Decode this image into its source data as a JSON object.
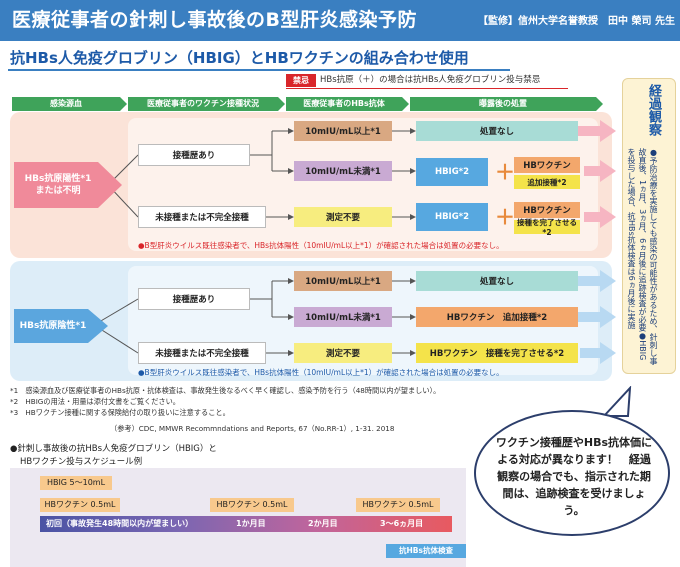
{
  "header": {
    "title": "医療従事者の針刺し事故後のB型肝炎感染予防",
    "supervisor": "【監修】信州大学名誉教授　田中 榮司 先生"
  },
  "subtitle": "抗HBs人免疫グロブリン（HBIG）とHBワクチンの組み合わせ使用",
  "contraindication": {
    "badge": "禁忌",
    "text": "HBs抗原（＋）の場合は抗HBs人免疫グロブリン投与禁忌"
  },
  "columns": [
    "感染源血",
    "医療従事者のワクチン接種状況",
    "医療従事者のHBs抗体",
    "曝露後の処置"
  ],
  "section_a": {
    "source": "HBs抗原陽性*1\nまたは不明",
    "vaccinated": "接種歴あり",
    "unvaccinated": "未接種または不完全接種",
    "ab_high": "10mIU/mL以上*1",
    "ab_low": "10mIU/mL未満*1",
    "ab_none": "測定不要",
    "no_action": "処置なし",
    "hbig_1": "HBIG*2",
    "hbig_2": "HBIG*2",
    "vaccine_1": "HBワクチン",
    "vaccine_1_tag": "追加接種*2",
    "vaccine_2": "HBワクチン",
    "vaccine_2_tag": "接種を完了させる*2",
    "plus": "＋",
    "note": "●B型肝炎ウイルス既往感染者で、HBs抗体陽性（10mIU/mL以上*1）が確認された場合は処置の必要なし。"
  },
  "section_b": {
    "source": "HBs抗原陰性*1",
    "vaccinated": "接種歴あり",
    "unvaccinated": "未接種または不完全接種",
    "ab_high": "10mIU/mL以上*1",
    "ab_low": "10mIU/mL未満*1",
    "ab_none": "測定不要",
    "no_action": "処置なし",
    "booster": "HBワクチン　追加接種*2",
    "complete": "HBワクチン　接種を完了させる*2",
    "note": "●B型肝炎ウイルス既往感染者で、HBs抗体陽性（10mIU/mL以上*1）が確認された場合は処置の必要なし。"
  },
  "observation": {
    "title": "経過観察",
    "text": "●予防治療を実施しても感染の可能性があるため、針刺し事故直後、1ヵ月、3ヵ月、6ヵ月後に追跡検査が必要●HBIGを投与した場合、抗HBs抗体検査は6ヵ月後に実施"
  },
  "footnotes": [
    "*1　感染源血及び医療従事者のHBs抗原・抗体検査は、事故発生後なるべく早く確認し、感染予防を行う（48時間以内が望ましい）。",
    "*2　HBIGの用法・用量は添付文書をご覧ください。",
    "*3　HBワクチン接種に関する保険給付の取り扱いに注意すること。"
  ],
  "reference": "（参考）CDC, MMWR Recommndations and Reports, 67（No.RR-1）, 1-31. 2018",
  "bubble": "ワクチン接種歴やHBs抗体価による対応が異なります！　経過観察の場合でも、指示された期間は、追跡検査を受けましょう。",
  "schedule": {
    "title_1": "●針刺し事故後の抗HBs人免疫グロブリン（HBIG）と",
    "title_2": "HBワクチン投与スケジュール例",
    "hbig": "HBIG 5～10mL",
    "v1": "HBワクチン 0.5mL",
    "v2": "HBワクチン 0.5mL",
    "v3": "HBワクチン 0.5mL",
    "t0": "初回（事故発生48時間以内が望ましい）",
    "t1": "1か月目",
    "t2": "2か月目",
    "t3": "3～6ヵ月目",
    "antibody_test": "抗HBs抗体検査"
  },
  "colors": {
    "header_blue": "#3a7fc1",
    "column_green": "#3fa35a",
    "source_pink": "#f08a9a",
    "source_blue": "#5ba6de",
    "warning_red": "#d9262a"
  }
}
